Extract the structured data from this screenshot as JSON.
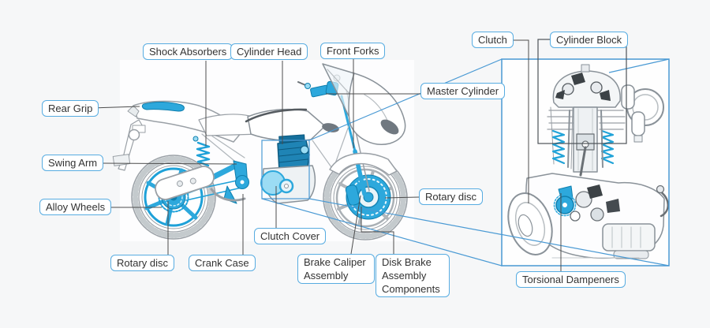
{
  "diagram": {
    "subject": "motorcycle-parts-diagram",
    "views": [
      "motorcycle-side-view",
      "engine-cutaway-detail"
    ]
  },
  "colors": {
    "page_background": "#f6f7f8",
    "panel_background": "#ffffff",
    "label_border": "#57ace1",
    "label_text": "#333333",
    "connector_line": "#4d4d4d",
    "callout_blue": "#4a9ad4",
    "highlight_cyan": "#2da8dc",
    "highlight_cyan_dark": "#0f7fae",
    "highlight_cyan_light": "#9bdcf4",
    "line_art_gray": "#98a0a6",
    "cylinder_block_outline": "#4d5358"
  },
  "labels": [
    {
      "id": "shock-absorbers",
      "text": "Shock Absorbers"
    },
    {
      "id": "cylinder-head",
      "text": "Cylinder Head"
    },
    {
      "id": "front-forks",
      "text": "Front Forks"
    },
    {
      "id": "rear-grip",
      "text": "Rear Grip"
    },
    {
      "id": "master-cylinder",
      "text": "Master Cylinder"
    },
    {
      "id": "clutch",
      "text": "Clutch"
    },
    {
      "id": "cylinder-block",
      "text": "Cylinder Block"
    },
    {
      "id": "swing-arm",
      "text": "Swing Arm"
    },
    {
      "id": "alloy-wheels",
      "text": "Alloy Wheels"
    },
    {
      "id": "rotary-disc-rear",
      "text": "Rotary disc"
    },
    {
      "id": "crank-case",
      "text": "Crank Case"
    },
    {
      "id": "clutch-cover",
      "text": "Clutch Cover"
    },
    {
      "id": "brake-caliper-assembly",
      "text": "Brake Caliper Assembly"
    },
    {
      "id": "disk-brake-assembly-components",
      "text": "Disk Brake Assembly Components"
    },
    {
      "id": "rotary-disc-front",
      "text": "Rotary disc"
    },
    {
      "id": "torsional-dampeners",
      "text": "Torsional Dampeners"
    }
  ]
}
